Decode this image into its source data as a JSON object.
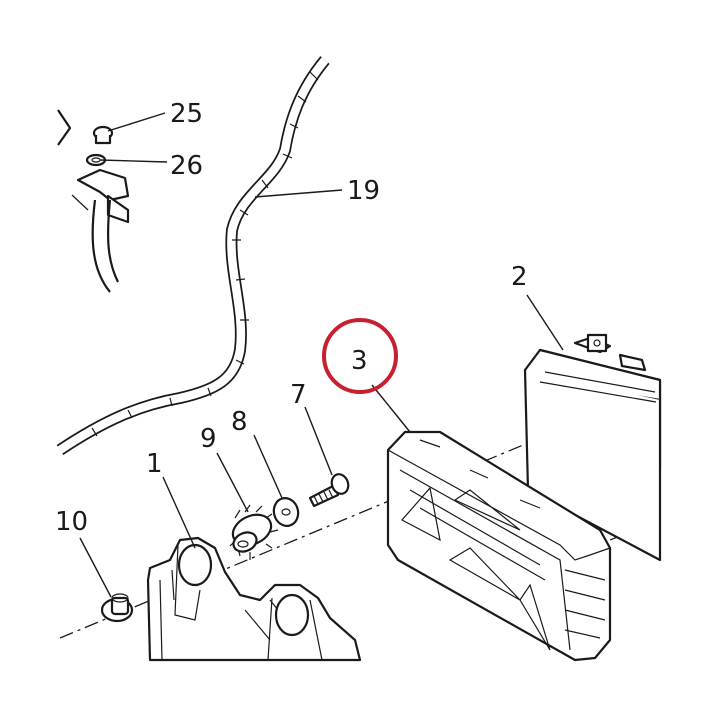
{
  "callouts": {
    "c1": "1",
    "c2": "2",
    "c3": "3",
    "c7": "7",
    "c8": "8",
    "c9": "9",
    "c10": "10",
    "c19": "19",
    "c25": "25",
    "c26": "26"
  },
  "highlight_color": "#c8202f"
}
